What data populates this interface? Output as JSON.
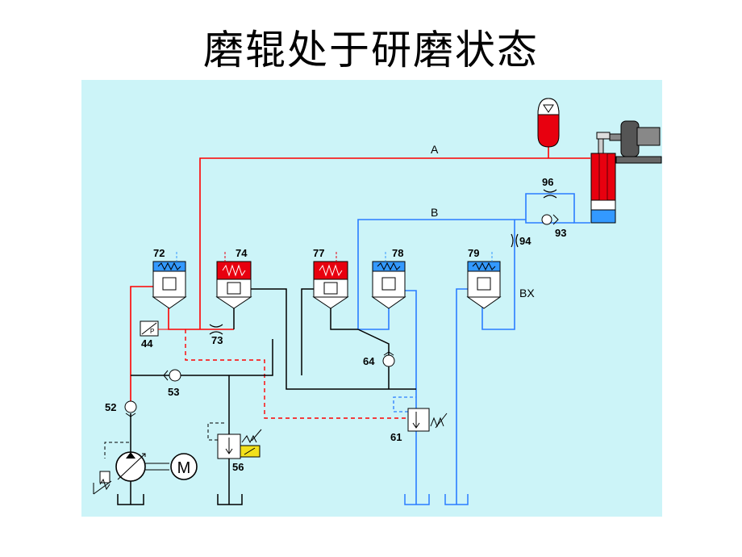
{
  "title": "磨辊处于研磨状态",
  "line_labels": {
    "a": "A",
    "b": "B",
    "bx": "BX"
  },
  "components": {
    "c72": "72",
    "c74": "74",
    "c77": "77",
    "c78": "78",
    "c79": "79",
    "c44": "44",
    "c73": "73",
    "c64": "64",
    "c53": "53",
    "c52": "52",
    "c56": "56",
    "c61": "61",
    "c96": "96",
    "c93": "93",
    "c94": "94"
  },
  "colors": {
    "background": "#ccf4f8",
    "pressure_line": "#ff0000",
    "return_line": "#2a7dff",
    "drain_line": "#000000",
    "spring_red": "#e8000f",
    "spring_blue": "#3399ff",
    "solenoid": "#f2e01a"
  }
}
